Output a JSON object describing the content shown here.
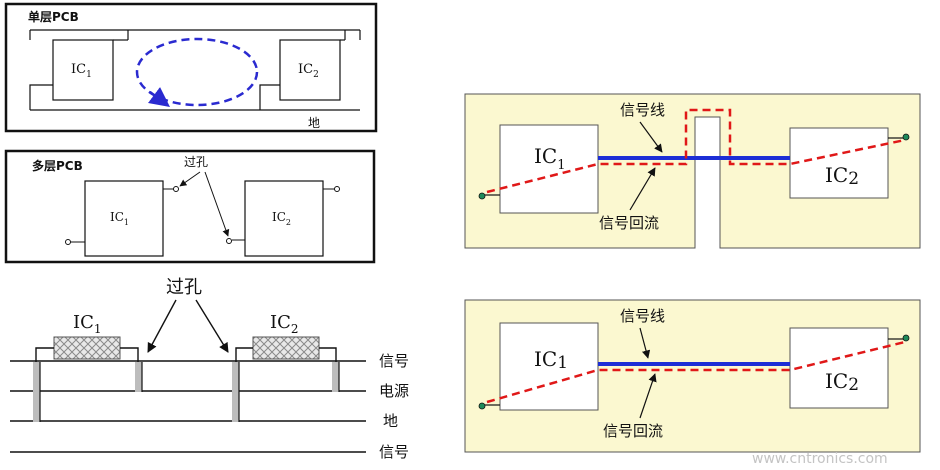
{
  "single_layer": {
    "title": "单层PCB",
    "ic1": "IC",
    "ic1_sub": "1",
    "ic2": "IC",
    "ic2_sub": "2",
    "ground": "地"
  },
  "multi_layer": {
    "title": "多层PCB",
    "via": "过孔",
    "ic1": "IC",
    "ic1_sub": "1",
    "ic2": "IC",
    "ic2_sub": "2"
  },
  "cross_section": {
    "via": "过孔",
    "ic1": "IC",
    "ic1_sub": "1",
    "ic2": "IC",
    "ic2_sub": "2",
    "layers": [
      "信号",
      "电源",
      "地",
      "信号"
    ]
  },
  "split_plane_panel": {
    "ic1": "IC",
    "ic1_sub": "1",
    "ic2": "IC",
    "ic2_sub": "2",
    "signal_line": "信号线",
    "return_path": "信号回流"
  },
  "solid_plane_panel": {
    "ic1": "IC",
    "ic1_sub": "1",
    "ic2": "IC",
    "ic2_sub": "2",
    "signal_line": "信号线",
    "return_path": "信号回流"
  },
  "watermark": "www.cntronics.com",
  "colors": {
    "panel_bg": "#fbf8d0",
    "signal": "#1c2ed6",
    "return": "#e01818",
    "loop": "#2a2ad0",
    "pin": "#1e8a5a"
  }
}
